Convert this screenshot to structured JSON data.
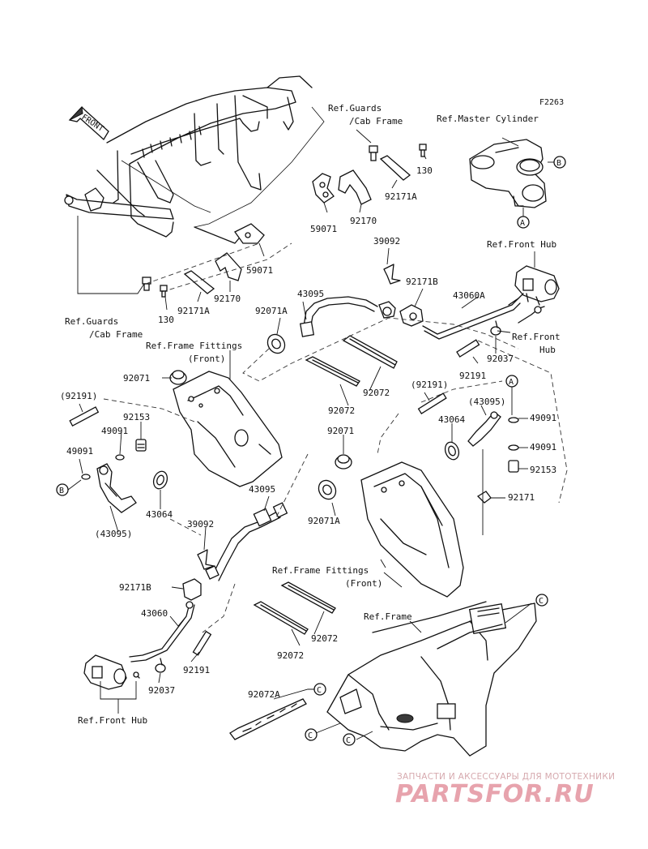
{
  "figure_code": "F2263",
  "front_label": "FRONT",
  "refs": {
    "guards_cab_frame": "Ref.Guards\n/Cab Frame",
    "master_cylinder": "Ref.Master Cylinder",
    "front_hub": "Ref.Front Hub",
    "front_hub_split": "Ref.Front\nHub",
    "frame_fittings": "Ref.Frame Fittings\n(Front)",
    "frame": "Ref.Frame"
  },
  "callouts": {
    "a": "A",
    "b": "B",
    "c": "C"
  },
  "parts": {
    "p130": "130",
    "p92171A": "92171A",
    "p92170": "92170",
    "p59071": "59071",
    "p39092": "39092",
    "p92171B": "92171B",
    "p43060A": "43060A",
    "p43095": "43095",
    "p92071A": "92071A",
    "p92071": "92071",
    "p92037": "92037",
    "p92191": "92191",
    "p92072": "92072",
    "p92191_paren": "(92191)",
    "p43095_paren": "(43095)",
    "p49091": "49091",
    "p92153": "92153",
    "p43064": "43064",
    "p92171": "92171",
    "p43060": "43060",
    "p92072A": "92072A"
  },
  "watermark": {
    "tagline": "ЗАПЧАСТИ И АКСЕССУАРЫ ДЛЯ МОТОТЕХНИКИ",
    "logo": "PARTSFOR.RU"
  },
  "colors": {
    "line": "#111111",
    "watermark": "#e7a3ad"
  }
}
